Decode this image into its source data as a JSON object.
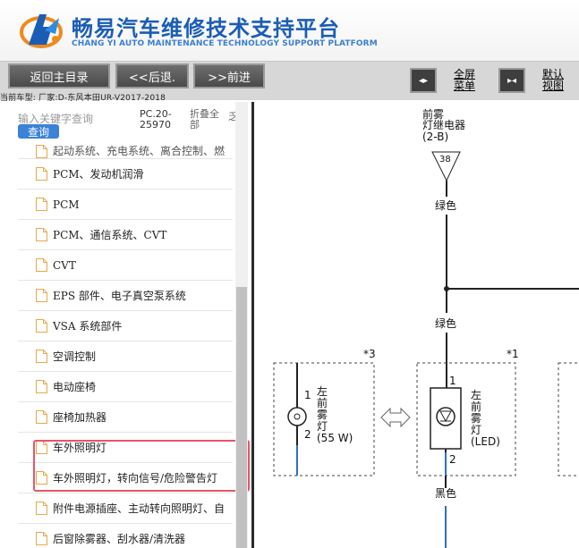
{
  "header": {
    "title_cn": "畅易汽车维修技术支持平台",
    "title_en": "CHANG YI AUTO MAINTENANCE TECHNOLOGY SUPPORT PLATFORM"
  },
  "toolbar": {
    "back_main": "返回主目录",
    "back": "<<后退.",
    "forward": ">>前进",
    "fullscreen": "全屏菜单",
    "default_view": "默认视图",
    "fullscreen_l1": "全屏",
    "fullscreen_l2": "菜单",
    "default_l1": "默认",
    "default_l2": "视图"
  },
  "model_line": "当前车型:  厂家:D-东风本田UR-V2017-2018",
  "left_panel": {
    "search_placeholder": "输入关键字查询",
    "query_button": "查询",
    "pc_code_l1": "PC.20-",
    "pc_code_l2": "25970",
    "collapse_l1": "折叠全",
    "collapse_l2": "部",
    "cutoff": "乏",
    "tree_items": [
      "起动系统、充电系统、离合控制、燃",
      "PCM、发动机润滑",
      "PCM",
      "PCM、通信系统、CVT",
      "CVT",
      "EPS 部件、电子真空泵系统",
      "VSA 系统部件",
      "空调控制",
      "电动座椅",
      "座椅加热器",
      "车外照明灯",
      "车外照明灯，转向信号/危险警告灯",
      "附件电源插座、主动转向照明灯、自",
      "后窗除雾器、刮水器/清洗器"
    ]
  },
  "diagram": {
    "relay_l1": "前雾",
    "relay_l2": "灯继电器",
    "relay_l3": "(2-B)",
    "terminal": "38",
    "wire1": "绿色",
    "wire2": "绿色",
    "wire3": "黑色",
    "note3": "*3",
    "note1": "*1",
    "lamp_l_pin1": "1",
    "lamp_l_pin2": "2",
    "lamp_l_t1": "左",
    "lamp_l_t2": "前",
    "lamp_l_t3": "雾",
    "lamp_l_t4": "灯",
    "lamp_l_rating": "(55 W)",
    "lamp_r_pin1": "1",
    "lamp_r_pin2": "2",
    "lamp_r_t1": "左",
    "lamp_r_t2": "前",
    "lamp_r_t3": "雾",
    "lamp_r_t4": "灯",
    "lamp_r_rating": "(LED)"
  },
  "colors": {
    "brand_blue": "#1b5db5",
    "highlight_red": "#e8556a",
    "wire_blue": "#2f6fc4",
    "query_blue": "#3c82d6"
  }
}
